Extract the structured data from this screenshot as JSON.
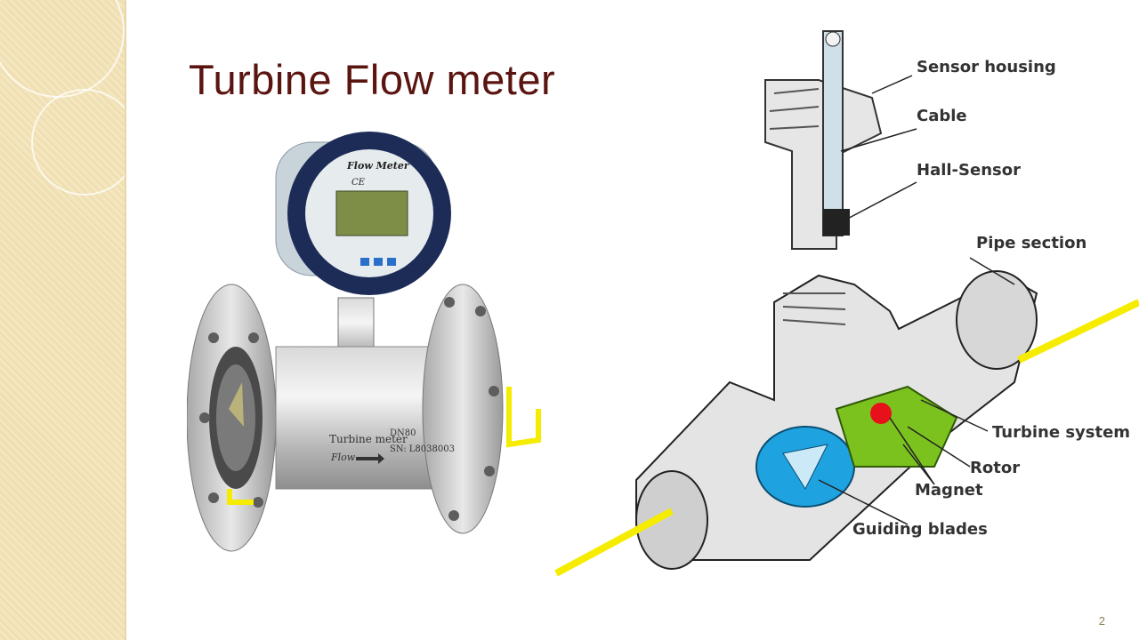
{
  "slide": {
    "title": "Turbine Flow meter",
    "page_number": "2"
  },
  "photo": {
    "display_brand": "Flow Meter",
    "display_marks": "CE",
    "body_text_1": "Turbine meter",
    "body_text_2": "DN80",
    "body_text_3": "SN: L8038003",
    "body_text_4": "Flow"
  },
  "diagram": {
    "labels": {
      "sensor_housing": "Sensor housing",
      "cable": "Cable",
      "hall_sensor": "Hall-Sensor",
      "pipe_section": "Pipe section",
      "turbine_system": "Turbine system",
      "rotor": "Rotor",
      "magnet": "Magnet",
      "guiding_blades": "Guiding blades"
    },
    "highlight_color": "#f5ec00",
    "blade_color": "#1fa3e0",
    "rotor_color": "#7cc21f",
    "magnet_color": "#e8101a"
  }
}
